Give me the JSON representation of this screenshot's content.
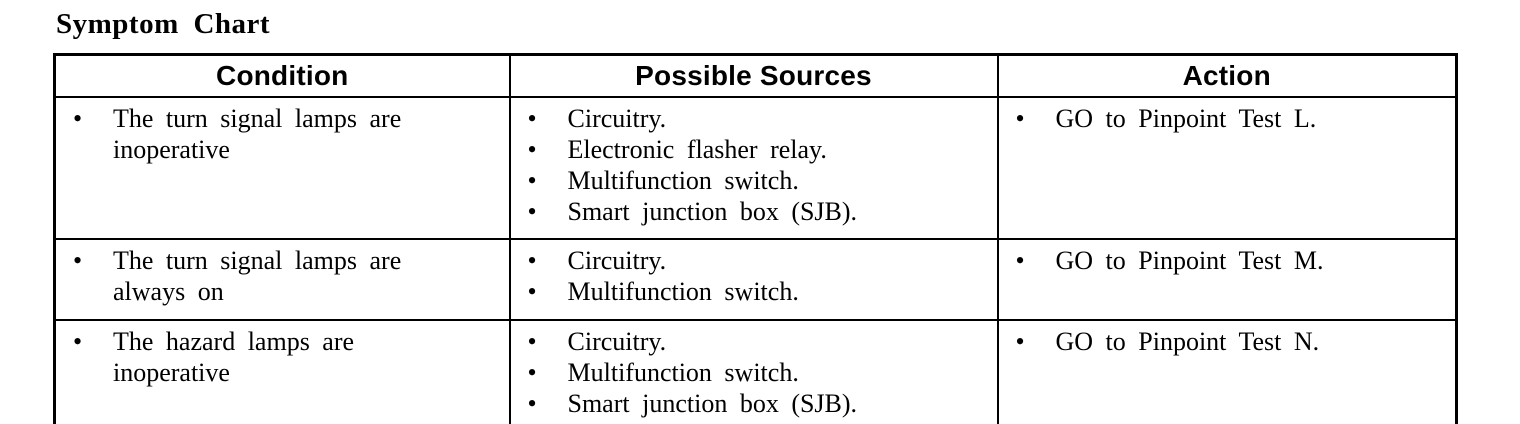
{
  "title": "Symptom Chart",
  "colors": {
    "text": "#000000",
    "background": "#ffffff",
    "border": "#000000"
  },
  "table": {
    "bullet": "•",
    "headers": [
      "Condition",
      "Possible Sources",
      "Action"
    ],
    "rows": [
      {
        "condition": [
          "The turn signal lamps are inoperative"
        ],
        "sources": [
          "Circuitry.",
          "Electronic flasher relay.",
          "Multifunction switch.",
          "Smart junction box (SJB)."
        ],
        "action": [
          "GO to Pinpoint Test L."
        ]
      },
      {
        "condition": [
          "The turn signal lamps are always on"
        ],
        "sources": [
          "Circuitry.",
          "Multifunction switch."
        ],
        "action": [
          "GO to Pinpoint Test M."
        ]
      },
      {
        "condition": [
          "The hazard lamps are inoperative"
        ],
        "sources": [
          "Circuitry.",
          "Multifunction switch.",
          "Smart junction box (SJB)."
        ],
        "action": [
          "GO to Pinpoint Test N."
        ]
      }
    ]
  }
}
